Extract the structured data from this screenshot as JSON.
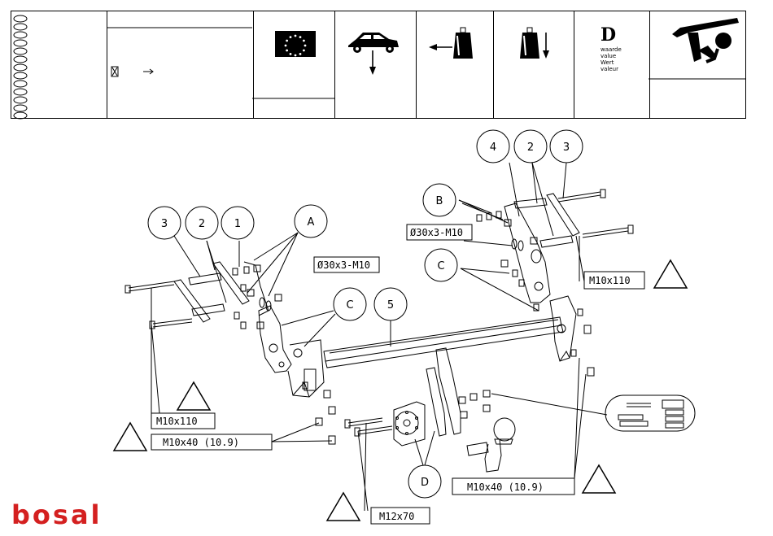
{
  "header": {
    "d_value": {
      "letter": "D",
      "words": [
        "waarde",
        "value",
        "Wert",
        "valeur"
      ]
    }
  },
  "balloons": {
    "left_3": "3",
    "left_2": "2",
    "left_1": "1",
    "left_a": "A",
    "left_c": "C",
    "center_5": "5",
    "right_4": "4",
    "right_2": "2",
    "right_3": "3",
    "right_b": "B",
    "right_c": "C",
    "bottom_d": "D"
  },
  "callouts": {
    "washer_left": "Ø30x3-M10",
    "washer_right": "Ø30x3-M10",
    "bolt_left_upper": "M10x110",
    "bolt_right_upper": "M10x110",
    "bolt_left_lower": "M10x40 (10.9)",
    "bolt_right_lower": "M10x40 (10.9)",
    "bolt_ball": "M12x70"
  },
  "brand": {
    "logo_text": "bosal",
    "color": "#d42020"
  }
}
